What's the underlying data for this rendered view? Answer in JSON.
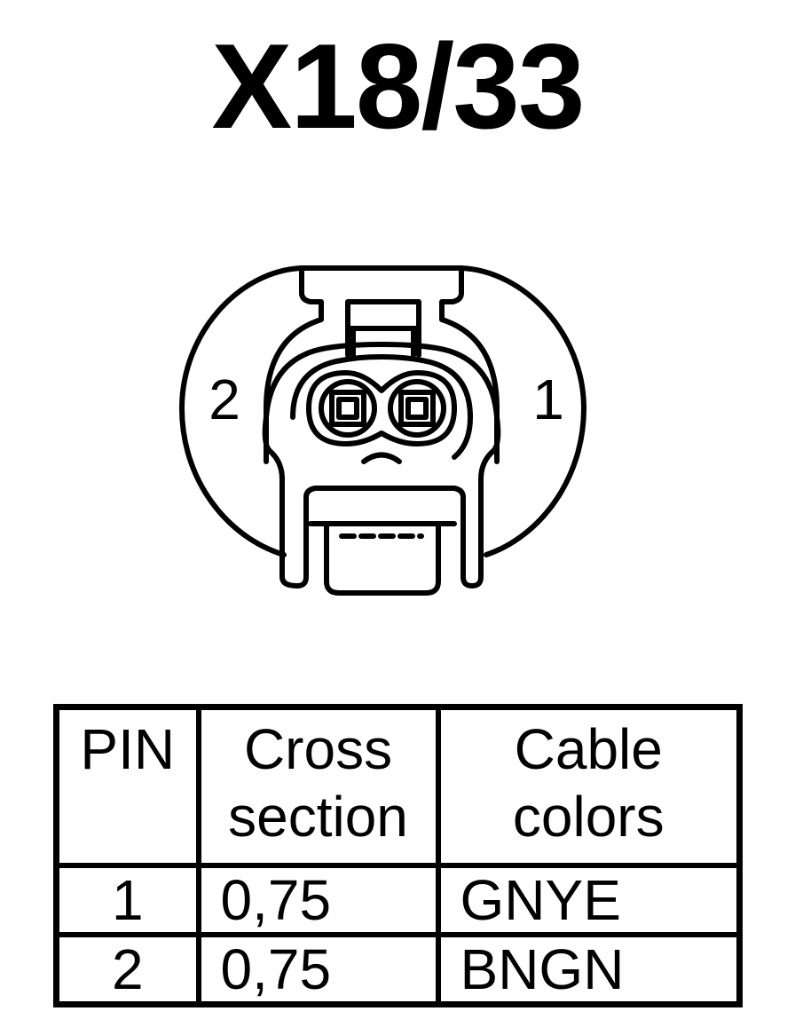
{
  "connector_id": "X18/33",
  "pin_labels": {
    "left": "2",
    "right": "1"
  },
  "table": {
    "headers": {
      "pin": "PIN",
      "cross_line1": "Cross",
      "cross_line2": "section",
      "colors_line1": "Cable",
      "colors_line2": "colors"
    },
    "rows": [
      {
        "pin": "1",
        "cross_section": "0,75",
        "color": "GNYE"
      },
      {
        "pin": "2",
        "cross_section": "0,75",
        "color": "BNGN"
      }
    ]
  }
}
